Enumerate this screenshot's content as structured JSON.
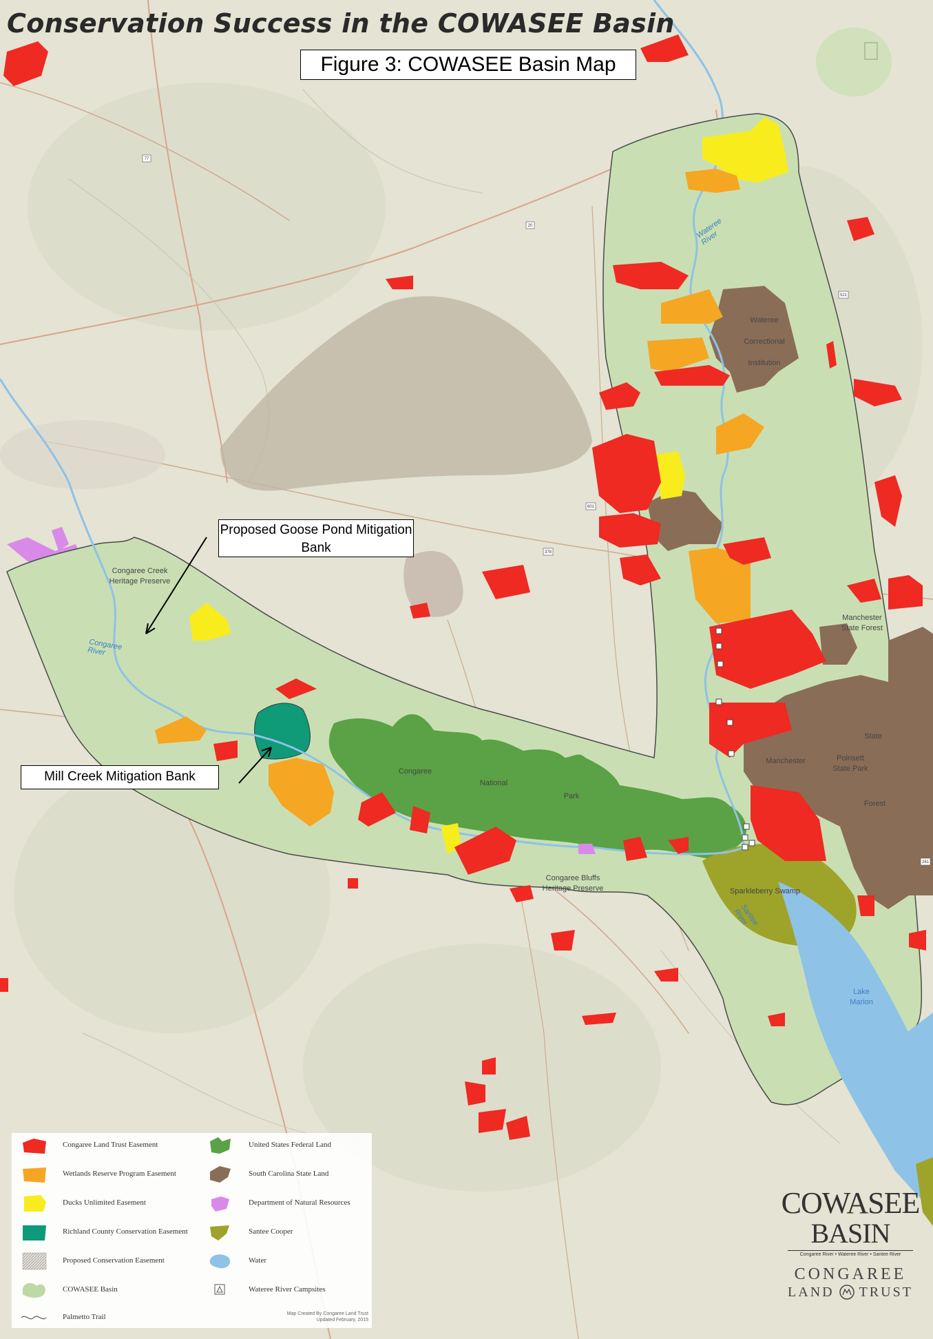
{
  "title": "Conservation Success in the COWASEE Basin",
  "figure_label": "Figure 3: COWASEE Basin Map",
  "callouts": {
    "goose_pond": "Proposed Goose Pond Mitigation Bank",
    "mill_creek": "Mill Creek Mitigation Bank"
  },
  "place_labels": {
    "congaree_creek": "Congaree Creek Heritage Preserve",
    "wateree_correctional": "Wateree Correctional Institution",
    "manchester_forest": "Manchester State Forest",
    "congaree": "Congaree",
    "national": "National",
    "park": "Park",
    "congaree_bluffs": "Congaree Bluffs Heritage Preserve",
    "sparkleberry": "Sparkleberry Swamp",
    "manchester": "Manchester",
    "poinsett": "Poinsett State Park",
    "state": "State",
    "forest": "Forest",
    "lake_marion": "Lake Marion"
  },
  "water_labels": {
    "wateree_river": "Wateree River",
    "congaree_river": "Congaree River",
    "santee_river": "Santee River"
  },
  "legend": [
    {
      "label": "Congaree Land Trust Easement",
      "color": "#ee2a22",
      "icon": "patch"
    },
    {
      "label": "Wetlands Reserve Program Easement",
      "color": "#f5a623",
      "icon": "patch"
    },
    {
      "label": "Ducks Unlimited Easement",
      "color": "#f8ec1c",
      "icon": "patch"
    },
    {
      "label": "Richland County Conservation Easement",
      "color": "#0f9a78",
      "icon": "patch"
    },
    {
      "label": "Proposed Conservation Easement",
      "color": "#cfc8c0",
      "icon": "hatched-patch"
    },
    {
      "label": "COWASEE Basin",
      "color": "#bcd9a6",
      "icon": "basin-patch"
    },
    {
      "label": "Palmetto Trail",
      "color": "#555555",
      "icon": "trail-line"
    },
    {
      "label": "United States Federal Land",
      "color": "#5aa245",
      "icon": "patch"
    },
    {
      "label": "South Carolina State Land",
      "color": "#8a6d57",
      "icon": "patch"
    },
    {
      "label": "Department of Natural Resources",
      "color": "#d98ae8",
      "icon": "patch"
    },
    {
      "label": "Santee Cooper",
      "color": "#9ea32a",
      "icon": "patch"
    },
    {
      "label": "Water",
      "color": "#8ec2e6",
      "icon": "water-patch"
    },
    {
      "label": "Wateree River Campsites",
      "color": "#555555",
      "icon": "campsite-icon"
    }
  ],
  "credit": "Map Created By Congaree Land Trust Updated February, 2015",
  "logo": {
    "cowasee": "COWASEE",
    "basin": "BASIN",
    "rivers": "Congaree River • Wateree River • Santee River",
    "congaree": "CONGAREE",
    "land": "LAND",
    "trust": "TRUST"
  },
  "road_shields": [
    "77",
    "20",
    "601",
    "378",
    "521",
    "261"
  ]
}
